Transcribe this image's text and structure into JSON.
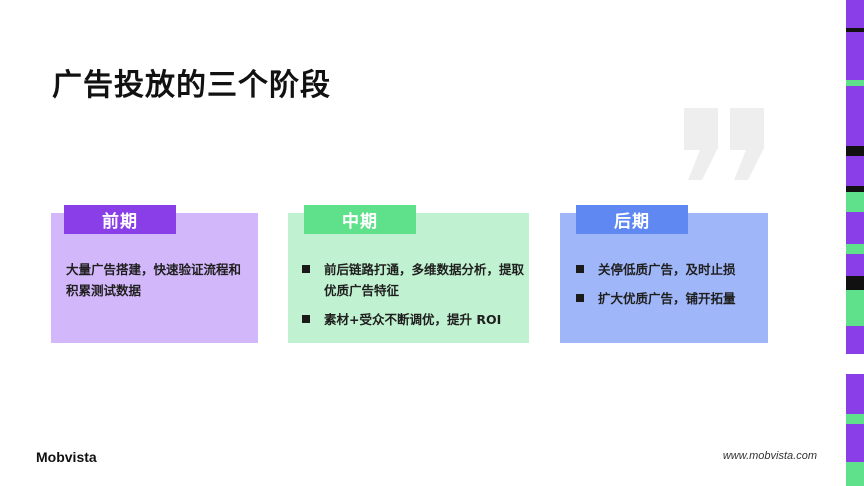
{
  "slide": {
    "title": "广告投放的三个阶段",
    "cards": [
      {
        "label": "前期",
        "text": "大量广告搭建，快速验证流程和积累测试数据"
      },
      {
        "label": "中期",
        "bullets": [
          "前后链路打通，多维数据分析，提取优质广告特征",
          "素材+受众不断调优，提升 ROI"
        ]
      },
      {
        "label": "后期",
        "bullets": [
          "关停低质广告，及时止损",
          "扩大优质广告，铺开拓量"
        ]
      }
    ]
  },
  "footer": {
    "logo": "Mobvista",
    "website": "www.mobvista.com"
  },
  "colors": {
    "purple": "#8a3ee8",
    "purple_light": "#d3b7fb",
    "green": "#5fe08a",
    "green_light": "#c0f1d0",
    "blue": "#5f88f2",
    "blue_light": "#9fb6f8"
  },
  "icons": {
    "decor": "quote-mark-icon",
    "bullet": "square-bullet-icon"
  }
}
